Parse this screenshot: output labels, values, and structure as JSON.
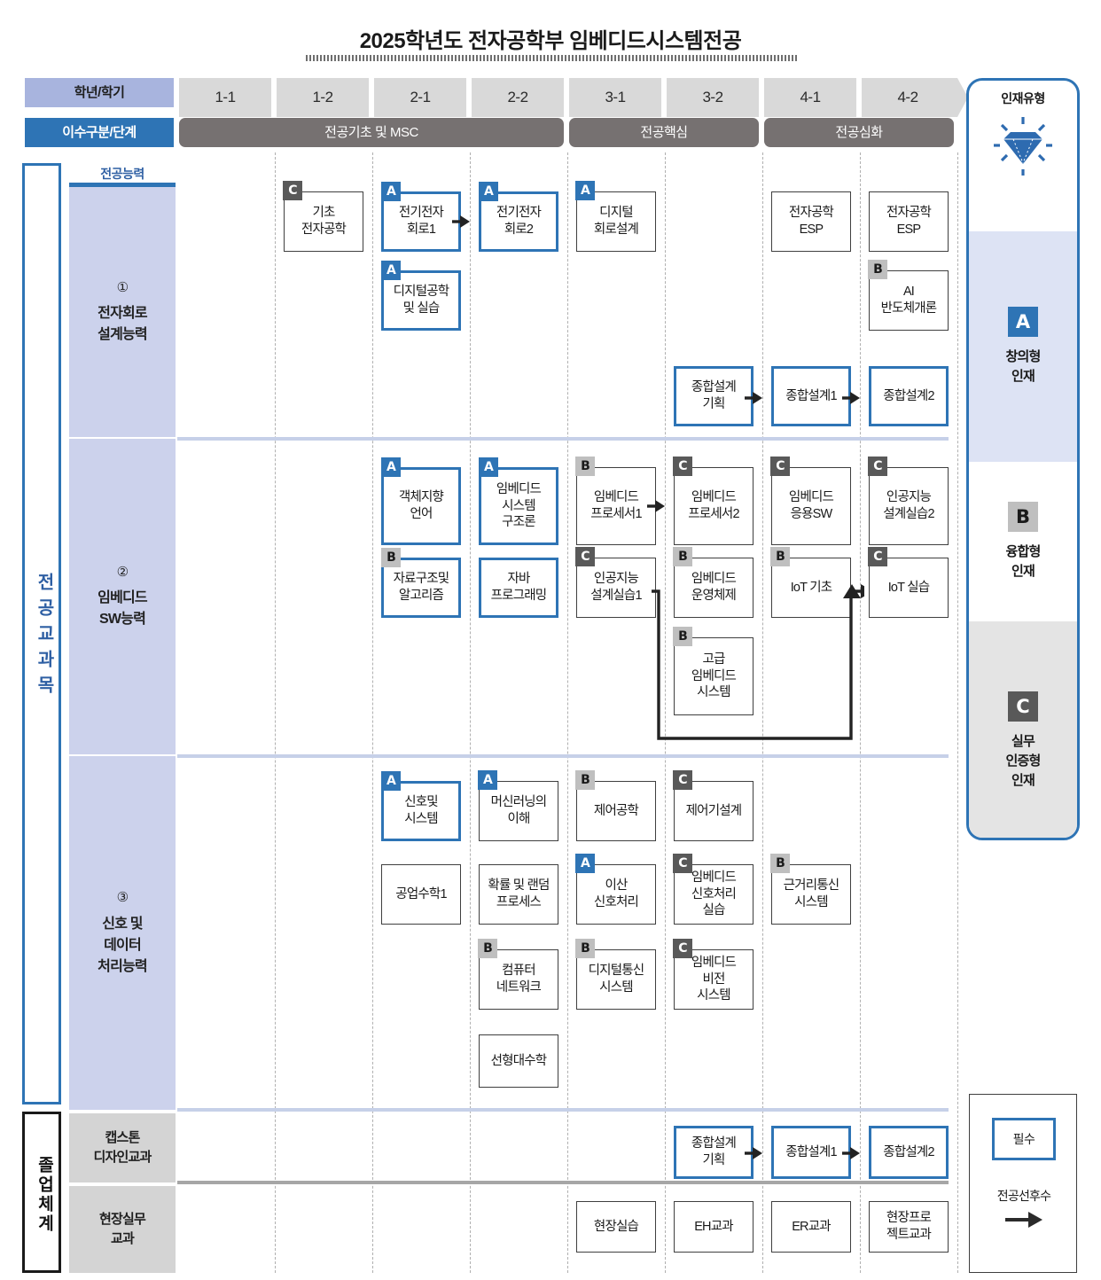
{
  "title": "2025학년도 전자공학부 임베디드시스템전공",
  "header": {
    "grade_label": "학년/학기",
    "stage_label": "이수구분/단계",
    "semesters": [
      "1-1",
      "1-2",
      "2-1",
      "2-2",
      "3-1",
      "3-2",
      "4-1",
      "4-2"
    ],
    "stages": [
      {
        "label": "전공기초 및 MSC",
        "span_start": 0,
        "span_end": 3
      },
      {
        "label": "전공핵심",
        "span_start": 4,
        "span_end": 5
      },
      {
        "label": "전공심화",
        "span_start": 6,
        "span_end": 7
      }
    ]
  },
  "rails": {
    "major_courses": "전공교과목",
    "graduation_system": "졸업체계"
  },
  "ability_column": {
    "title": "전공능력",
    "rows": [
      {
        "num": "①",
        "name_l1": "전자회로",
        "name_l2": "설계능력"
      },
      {
        "num": "②",
        "name_l1": "임베디드",
        "name_l2": "SW능력"
      },
      {
        "num": "③",
        "name_l1": "신호 및",
        "name_l2": "데이터",
        "name_l3": "처리능력"
      }
    ],
    "grad_rows": [
      {
        "name_l1": "캡스톤",
        "name_l2": "디자인교과"
      },
      {
        "name_l1": "현장실무",
        "name_l2": "교과"
      }
    ]
  },
  "courses": {
    "r1": [
      {
        "name": "기초\n전자공학",
        "badge": "C",
        "required": false,
        "col": 1,
        "slot": 0
      },
      {
        "name": "전기전자\n회로1",
        "badge": "A",
        "required": true,
        "col": 2,
        "slot": 0
      },
      {
        "name": "전기전자\n회로2",
        "badge": "A",
        "required": true,
        "col": 3,
        "slot": 0
      },
      {
        "name": "디지털\n회로설계",
        "badge": "A",
        "required": false,
        "col": 4,
        "slot": 0
      },
      {
        "name": "전자공학\nESP",
        "badge": "",
        "required": false,
        "col": 6,
        "slot": 0
      },
      {
        "name": "전자공학\nESP",
        "badge": "",
        "required": false,
        "col": 7,
        "slot": 0
      },
      {
        "name": "디지털공학\n및 실습",
        "badge": "A",
        "required": true,
        "col": 2,
        "slot": 1
      },
      {
        "name": "AI\n반도체개론",
        "badge": "B",
        "required": false,
        "col": 7,
        "slot": 1
      },
      {
        "name": "종합설계\n기획",
        "badge": "",
        "required": true,
        "col": 5,
        "slot": 2
      },
      {
        "name": "종합설계1",
        "badge": "",
        "required": true,
        "col": 6,
        "slot": 2
      },
      {
        "name": "종합설계2",
        "badge": "",
        "required": true,
        "col": 7,
        "slot": 2
      }
    ],
    "r2": [
      {
        "name": "객체지향\n언어",
        "badge": "A",
        "required": true,
        "col": 2,
        "slot": 0
      },
      {
        "name": "임베디드\n시스템\n구조론",
        "badge": "A",
        "required": true,
        "col": 3,
        "slot": 0
      },
      {
        "name": "임베디드\n프로세서1",
        "badge": "B",
        "required": false,
        "col": 4,
        "slot": 0
      },
      {
        "name": "임베디드\n프로세서2",
        "badge": "C",
        "required": false,
        "col": 5,
        "slot": 0
      },
      {
        "name": "임베디드\n응용SW",
        "badge": "C",
        "required": false,
        "col": 6,
        "slot": 0
      },
      {
        "name": "인공지능\n설계실습2",
        "badge": "C",
        "required": false,
        "col": 7,
        "slot": 0
      },
      {
        "name": "자료구조및\n알고리즘",
        "badge": "B",
        "required": true,
        "col": 2,
        "slot": 1
      },
      {
        "name": "자바\n프로그래밍",
        "badge": "",
        "required": true,
        "col": 3,
        "slot": 1
      },
      {
        "name": "인공지능\n설계실습1",
        "badge": "C",
        "required": false,
        "col": 4,
        "slot": 1
      },
      {
        "name": "임베디드\n운영체제",
        "badge": "B",
        "required": false,
        "col": 5,
        "slot": 1
      },
      {
        "name": "IoT 기초",
        "badge": "B",
        "required": false,
        "col": 6,
        "slot": 1
      },
      {
        "name": "IoT 실습",
        "badge": "C",
        "required": false,
        "col": 7,
        "slot": 1
      },
      {
        "name": "고급\n임베디드\n시스템",
        "badge": "B",
        "required": false,
        "col": 5,
        "slot": 2
      }
    ],
    "r3": [
      {
        "name": "신호및\n시스템",
        "badge": "A",
        "required": true,
        "col": 2,
        "slot": 0
      },
      {
        "name": "머신러닝의\n이해",
        "badge": "A",
        "required": false,
        "col": 3,
        "slot": 0
      },
      {
        "name": "제어공학",
        "badge": "B",
        "required": false,
        "col": 4,
        "slot": 0
      },
      {
        "name": "제어기설계",
        "badge": "C",
        "required": false,
        "col": 5,
        "slot": 0
      },
      {
        "name": "공업수학1",
        "badge": "",
        "required": false,
        "col": 2,
        "slot": 1
      },
      {
        "name": "확률 및 랜덤\n프로세스",
        "badge": "",
        "required": false,
        "col": 3,
        "slot": 1
      },
      {
        "name": "이산\n신호처리",
        "badge": "A",
        "required": false,
        "col": 4,
        "slot": 1
      },
      {
        "name": "임베디드\n신호처리\n실습",
        "badge": "C",
        "required": false,
        "col": 5,
        "slot": 1
      },
      {
        "name": "근거리통신\n시스템",
        "badge": "B",
        "required": false,
        "col": 6,
        "slot": 1
      },
      {
        "name": "컴퓨터\n네트워크",
        "badge": "B",
        "required": false,
        "col": 3,
        "slot": 2
      },
      {
        "name": "디지털통신\n시스템",
        "badge": "B",
        "required": false,
        "col": 4,
        "slot": 2
      },
      {
        "name": "임베디드\n비전\n시스템",
        "badge": "C",
        "required": false,
        "col": 5,
        "slot": 2
      },
      {
        "name": "선형대수학",
        "badge": "",
        "required": false,
        "col": 3,
        "slot": 3
      }
    ],
    "r4": [
      {
        "name": "종합설계\n기획",
        "badge": "",
        "required": true,
        "col": 5,
        "slot": 0
      },
      {
        "name": "종합설계1",
        "badge": "",
        "required": true,
        "col": 6,
        "slot": 0
      },
      {
        "name": "종합설계2",
        "badge": "",
        "required": true,
        "col": 7,
        "slot": 0
      }
    ],
    "r5": [
      {
        "name": "현장실습",
        "badge": "",
        "required": false,
        "col": 4,
        "slot": 0
      },
      {
        "name": "EH교과",
        "badge": "",
        "required": false,
        "col": 5,
        "slot": 0
      },
      {
        "name": "ER교과",
        "badge": "",
        "required": false,
        "col": 6,
        "slot": 0
      },
      {
        "name": "현장프로\n젝트교과",
        "badge": "",
        "required": false,
        "col": 7,
        "slot": 0
      }
    ]
  },
  "talent_panel": {
    "title": "인재유형",
    "icon": "diamond-gem-icon",
    "types": [
      {
        "badge": "A",
        "name_l1": "창의형",
        "name_l2": "인재"
      },
      {
        "badge": "B",
        "name_l1": "융합형",
        "name_l2": "인재"
      },
      {
        "badge": "C",
        "name_l1": "실무",
        "name_l2": "인증형",
        "name_l3": "인재"
      }
    ]
  },
  "legend": {
    "required_label": "필수",
    "prereq_label": "전공선후수",
    "prereq_icon": "right-arrow-icon"
  },
  "colors": {
    "accent_blue": "#2e74b5",
    "grade_band": "#a8b4de",
    "ability_band": "#ccd2ec",
    "stage_bar": "#767171",
    "semester_cell": "#d9d9d9",
    "badge_b": "#bfbfbf",
    "badge_c": "#595959"
  }
}
